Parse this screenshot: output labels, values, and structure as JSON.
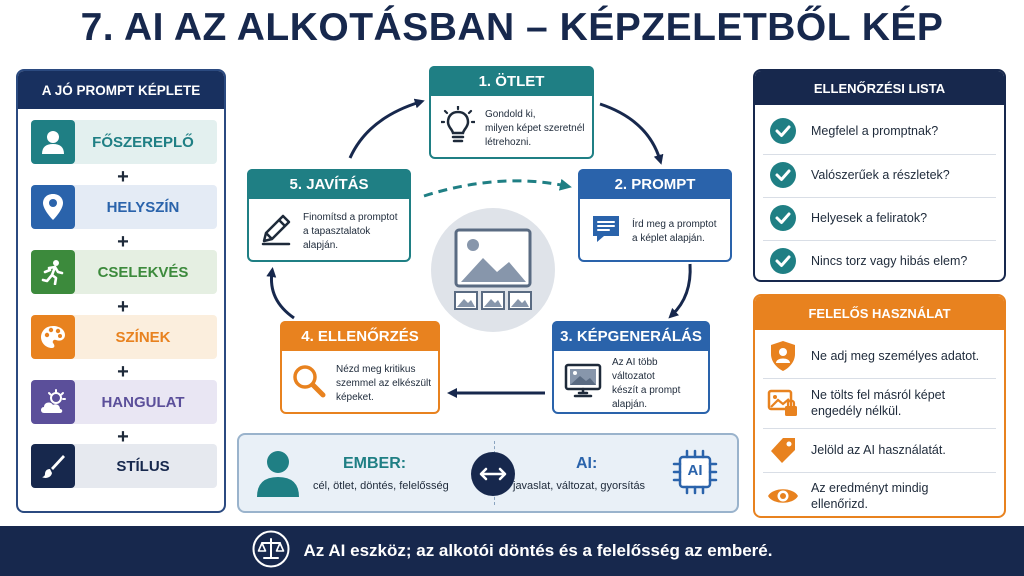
{
  "title": "7. AI AZ ALKOTÁSBAN – KÉPZELETBŐL KÉP",
  "prompt_formula": {
    "header": "A JÓ PROMPT KÉPLETE",
    "items": [
      {
        "label": "FŐSZEREPLŐ",
        "icon": "person-icon",
        "color": "#1f7f84"
      },
      {
        "label": "HELYSZÍN",
        "icon": "location-pin-icon",
        "color": "#2a63ab"
      },
      {
        "label": "CSELEKVÉS",
        "icon": "running-person-icon",
        "color": "#3c8a3c"
      },
      {
        "label": "SZÍNEK",
        "icon": "palette-icon",
        "color": "#e8821f"
      },
      {
        "label": "HANGULAT",
        "icon": "weather-icon",
        "color": "#5b4f9a"
      },
      {
        "label": "STÍLUS",
        "icon": "brush-icon",
        "color": "#17284d"
      }
    ],
    "plus": "+"
  },
  "cycle": {
    "steps": [
      {
        "title": "1. ÖTLET",
        "text": [
          "Gondold ki,",
          "milyen képet szeretnél",
          "létrehozni."
        ],
        "icon": "lightbulb-icon",
        "color": "#1f7f84"
      },
      {
        "title": "2. PROMPT",
        "text": [
          "Írd meg a promptot",
          "a képlet alapján."
        ],
        "icon": "chat-document-icon",
        "color": "#2a63ab"
      },
      {
        "title": "3. KÉPGENERÁLÁS",
        "text": [
          "Az AI több változatot",
          "készít a prompt",
          "alapján."
        ],
        "icon": "monitor-image-icon",
        "color": "#2a63ab"
      },
      {
        "title": "4. ELLENŐRZÉS",
        "text": [
          "Nézd meg kritikus",
          "szemmel az elkészült",
          "képeket."
        ],
        "icon": "magnifier-icon",
        "color": "#e8821f"
      },
      {
        "title": "5. JAVÍTÁS",
        "text": [
          "Finomítsd a promptot",
          "a tapasztalatok",
          "alapján."
        ],
        "icon": "pencil-icon",
        "color": "#1f7f84"
      }
    ]
  },
  "compare": {
    "human": {
      "title": "EMBER:",
      "sub": "cél, ötlet, döntés, felelősség",
      "color": "#1f7f84"
    },
    "ai": {
      "title": "AI:",
      "sub": "javaslat, változat, gyorsítás",
      "color": "#2a63ab",
      "chip": "AI"
    }
  },
  "checklist": {
    "header": "ELLENŐRZÉSI LISTA",
    "color": "#17284d",
    "items": [
      "Megfelel a promptnak?",
      "Valószerűek a részletek?",
      "Helyesek a feliratok?",
      "Nincs torz vagy hibás elem?"
    ]
  },
  "responsible": {
    "header": "FELELŐS HASZNÁLAT",
    "color": "#e8821f",
    "items": [
      {
        "lines": [
          "Ne adj meg személyes adatot."
        ],
        "icon": "shield-person-icon"
      },
      {
        "lines": [
          "Ne tölts fel másról képet",
          "engedély nélkül."
        ],
        "icon": "image-lock-icon"
      },
      {
        "lines": [
          "Jelöld az AI használatát."
        ],
        "icon": "tag-icon"
      },
      {
        "lines": [
          "Az eredményt mindig",
          "ellenőrizd."
        ],
        "icon": "eye-icon"
      }
    ]
  },
  "footer": {
    "text": "Az AI eszköz; az alkotói döntés és a felelősség az emberé.",
    "icon": "scales-icon"
  }
}
